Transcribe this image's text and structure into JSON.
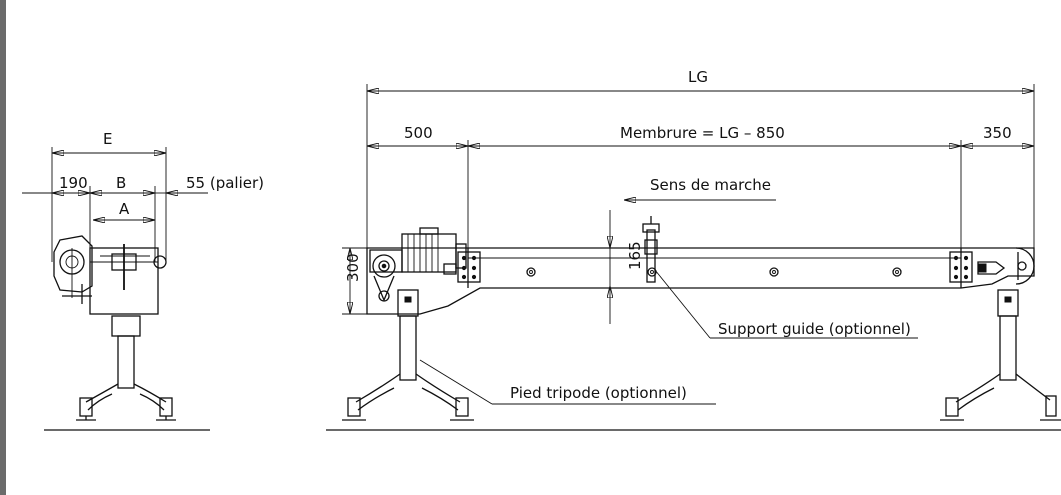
{
  "labels": {
    "lg": "LG",
    "e": "E",
    "dim_190": "190",
    "b": "B",
    "a": "A",
    "dim_55": "55 (palier)",
    "dim_500": "500",
    "membrure": "Membrure = LG – 850",
    "dim_350": "350",
    "sens": "Sens de marche",
    "dim_300": "300",
    "dim_165": "165",
    "support_guide": "Support guide (optionnel)",
    "pied_tripode": "Pied tripode (optionnel)"
  }
}
